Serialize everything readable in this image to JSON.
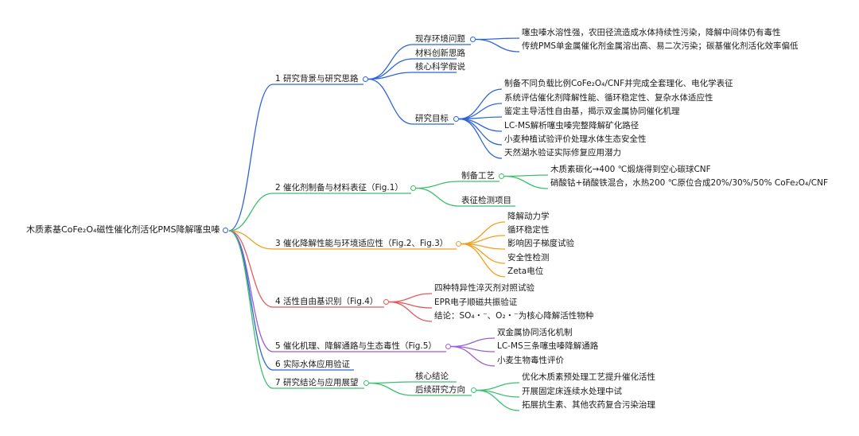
{
  "root": "木质素基CoFe₂O₄磁性催化剂活化PMS降解噻虫嗪",
  "colors": {
    "blue": "#2f64d8",
    "green": "#3dbf6e",
    "orange": "#f0a020",
    "red": "#e05a5a",
    "purple": "#9a5fd0",
    "blue2": "#2f64d8",
    "green2": "#3dbf6e"
  },
  "b1": {
    "label": "1 研究背景与研究思路",
    "c1": {
      "label": "现存环境问题",
      "l1": "噻虫嗪水溶性强，农田径流造成水体持续性污染，降解中间体仍有毒性",
      "l2": "传统PMS单金属催化剂金属溶出高、易二次污染；碳基催化剂活化效率偏低"
    },
    "c2": {
      "label": "材料创新思路"
    },
    "c3": {
      "label": "核心科学假说"
    },
    "c4": {
      "label": "研究目标",
      "items": [
        "制备不同负载比例CoFe₂O₄/CNF并完成全套理化、电化学表征",
        "系统评估催化剂降解性能、循环稳定性、复杂水体适应性",
        "鉴定主导活性自由基，揭示双金属协同催化机理",
        "LC-MS解析噻虫嗪完整降解矿化路径",
        "小麦种植试验评价处理水体生态安全性",
        "天然湖水验证实际修复应用潜力"
      ]
    }
  },
  "b2": {
    "label": "2 催化剂制备与材料表征（Fig.1）",
    "c1": {
      "label": "制备工艺",
      "l1": "木质素碳化→400 ℃煅烧得到空心碳球CNF",
      "l2": "硝酸钴+硝酸铁混合，水热200 ℃原位合成20%/30%/50% CoFe₂O₄/CNF"
    },
    "c2": {
      "label": "表征检测项目"
    }
  },
  "b3": {
    "label": "3 催化降解性能与环境适应性（Fig.2、Fig.3）",
    "items": [
      "降解动力学",
      "循环稳定性",
      "影响因子梯度试验",
      "安全性检测",
      "Zeta电位"
    ]
  },
  "b4": {
    "label": "4 活性自由基识别（Fig.4）",
    "items": [
      "四种特异性淬灭剂对照试验",
      "EPR电子顺磁共振验证",
      "结论：SO₄・⁻、O₂・⁻为核心降解活性物种"
    ]
  },
  "b5": {
    "label": "5 催化机理、降解通路与生态毒性（Fig.5）",
    "items": [
      "双金属协同活化机制",
      "LC-MS三条噻虫嗪降解通路",
      "小麦生物毒性评价"
    ]
  },
  "b6": {
    "label": "6 实际水体应用验证"
  },
  "b7": {
    "label": "7 研究结论与应用展望",
    "c1": {
      "label": "核心结论"
    },
    "c2": {
      "label": "后续研究方向",
      "items": [
        "优化木质素预处理工艺提升催化活性",
        "开展固定床连续水处理中试",
        "拓展抗生素、其他农药复合污染治理"
      ]
    }
  }
}
